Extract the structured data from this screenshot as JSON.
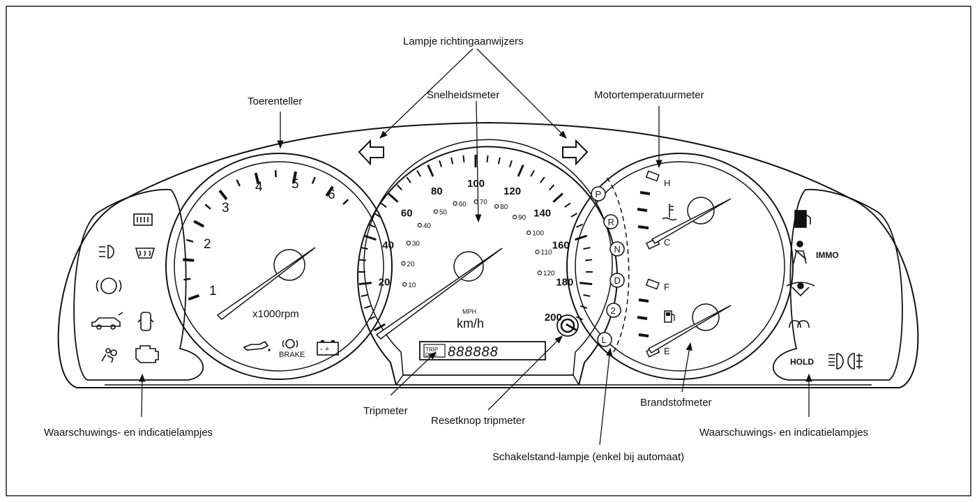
{
  "labels": {
    "turn_signals": "Lampje richtingaanwijzers",
    "tachometer": "Toerenteller",
    "speedometer": "Snelheidsmeter",
    "temp_gauge": "Motortemperatuurmeter",
    "fuel_gauge": "Brandstofmeter",
    "tripmeter": "Tripmeter",
    "reset_knob": "Resetknop tripmeter",
    "gear_indicator": "Schakelstand-lampje (enkel bij automaat)",
    "warning_left": "Waarschuwings- en indicatielampjes",
    "warning_right": "Waarschuwings- en indicatielampjes"
  },
  "tachometer": {
    "numbers": [
      "1",
      "2",
      "3",
      "4",
      "5",
      "6"
    ],
    "unit": "x1000rpm",
    "brake_text": "BRAKE"
  },
  "speedometer": {
    "kmh_numbers": [
      "20",
      "40",
      "60",
      "80",
      "100",
      "120",
      "140",
      "160",
      "180",
      "200"
    ],
    "mph_numbers": [
      "10",
      "20",
      "30",
      "40",
      "50",
      "60",
      "70",
      "80",
      "90",
      "100",
      "110",
      "120"
    ],
    "mph_label": "MPH",
    "unit": "km/h",
    "odometer": "888888"
  },
  "gears": [
    "P",
    "R",
    "N",
    "D",
    "2",
    "L"
  ],
  "temp": {
    "high": "H",
    "cold": "C"
  },
  "fuel": {
    "full": "F",
    "empty": "E"
  },
  "right_panel": {
    "immo": "IMMO",
    "hold": "HOLD"
  },
  "icons": {
    "left": [
      "rear-defrost-icon",
      "fog-light-icon",
      "windshield-defrost-icon",
      "abs-icon",
      "car-security-icon",
      "door-open-icon",
      "airbag-icon",
      "engine-check-icon"
    ],
    "right": [
      "fuel-warning-icon",
      "seatbelt-icon",
      "coolant-icon",
      "glow-plug-icon",
      "headlight-icon",
      "rear-fog-icon"
    ]
  },
  "colors": {
    "ink": "#111111",
    "background": "#ffffff"
  }
}
